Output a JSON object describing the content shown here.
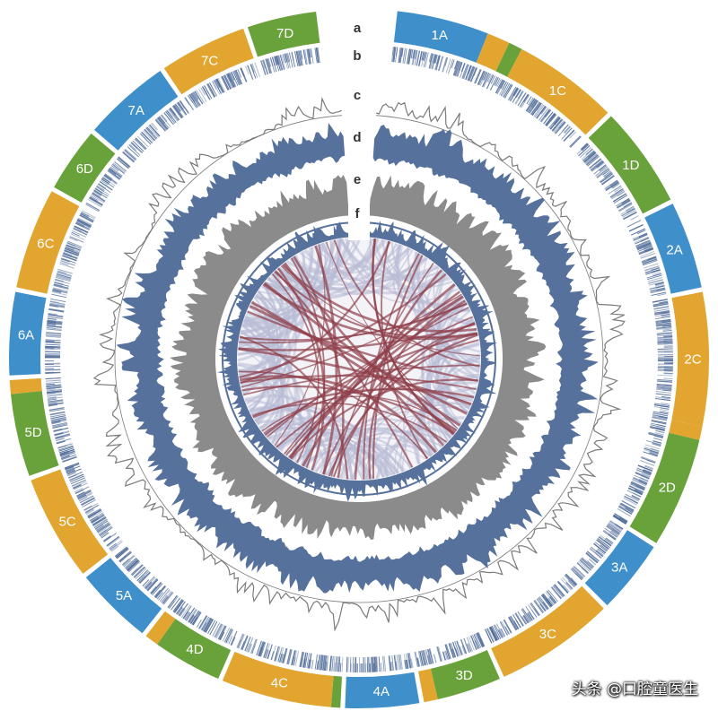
{
  "colors": {
    "A": "#3f8fca",
    "C": "#e2a530",
    "D": "#69a13a",
    "blue_track": "#56719c",
    "grey_track": "#8b8b8b",
    "line_track": "#7a7a7a",
    "link_red": "#8e3e4a",
    "link_lav": "#b8bbd6"
  },
  "segments": [
    {
      "label": "1A",
      "group": "A",
      "start": 3,
      "end": 23
    },
    {
      "label": "",
      "group": "C",
      "start": 23,
      "end": 28
    },
    {
      "label": "",
      "group": "D",
      "start": 28,
      "end": 31
    },
    {
      "label": "1C",
      "group": "C",
      "start": 31,
      "end": 54
    },
    {
      "label": "1D",
      "group": "D",
      "start": 55,
      "end": 77
    },
    {
      "label": "2A",
      "group": "A",
      "start": 78,
      "end": 97
    },
    {
      "label": "2C",
      "group": "C",
      "start": 98,
      "end": 127
    },
    {
      "label": "",
      "group": "C",
      "start": 127,
      "end": 130
    },
    {
      "label": "2D",
      "group": "D",
      "start": 130,
      "end": 154
    },
    {
      "label": "3A",
      "group": "A",
      "start": 155,
      "end": 171
    },
    {
      "label": "3C",
      "group": "C",
      "start": 172,
      "end": 198
    },
    {
      "label": "3D",
      "group": "D",
      "start": 199,
      "end": 213
    },
    {
      "label": "",
      "group": "C",
      "start": 213,
      "end": 216
    },
    {
      "label": "4A",
      "group": "A",
      "start": 217,
      "end": 233
    },
    {
      "label": "",
      "group": "D",
      "start": 234,
      "end": 236
    },
    {
      "label": "4C",
      "group": "C",
      "start": 236,
      "end": 260
    },
    {
      "label": "4D",
      "group": "D",
      "start": 261,
      "end": 276
    },
    {
      "label": "",
      "group": "C",
      "start": 276,
      "end": 279
    },
    {
      "label": "5A",
      "group": "A",
      "start": 280,
      "end": 297
    },
    {
      "label": "5C",
      "group": "C",
      "start": 298,
      "end": 321
    },
    {
      "label": "5D",
      "group": "D",
      "start": 322,
      "end": 340
    },
    {
      "label": "",
      "group": "C",
      "start": 340,
      "end": 343
    },
    {
      "label": "6A",
      "group": "A",
      "start": 344,
      "end": 362
    },
    {
      "label": "6C",
      "group": "C",
      "start": 363,
      "end": 385
    },
    {
      "label": "6D",
      "group": "D",
      "start": 386,
      "end": 400
    },
    {
      "label": "7A",
      "group": "A",
      "start": 401,
      "end": 420
    },
    {
      "label": "7C",
      "group": "C",
      "start": 421,
      "end": 440
    },
    {
      "label": "7D",
      "group": "D",
      "start": 441,
      "end": 456
    }
  ],
  "track_labels": [
    "a",
    "b",
    "c",
    "d",
    "e",
    "f"
  ],
  "watermark": "头条 @口腔童医生"
}
